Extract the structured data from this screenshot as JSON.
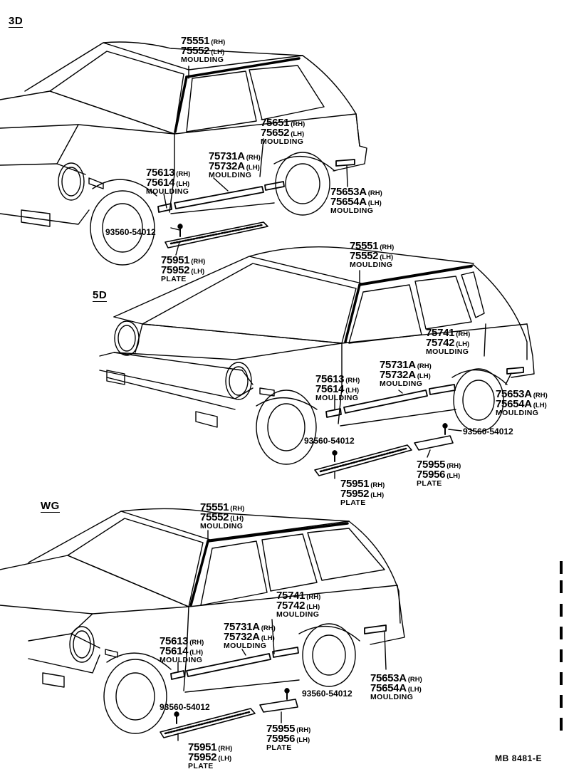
{
  "sections": {
    "s3d": "3D",
    "s5d": "5D",
    "swg": "WG"
  },
  "side": {
    "rh": "(RH)",
    "lh": "(LH)"
  },
  "desc": {
    "moulding": "MOULDING",
    "plate": "PLATE"
  },
  "parts": {
    "p75551": "75551",
    "p75552": "75552",
    "p75651": "75651",
    "p75652": "75652",
    "p75731A": "75731A",
    "p75732A": "75732A",
    "p75613": "75613",
    "p75614": "75614",
    "p75653A": "75653A",
    "p75654A": "75654A",
    "p75951": "75951",
    "p75952": "75952",
    "p75741": "75741",
    "p75742": "75742",
    "p75955": "75955",
    "p75956": "75956"
  },
  "bolt": "93560-54012",
  "footer_code": "MB  8481-E"
}
